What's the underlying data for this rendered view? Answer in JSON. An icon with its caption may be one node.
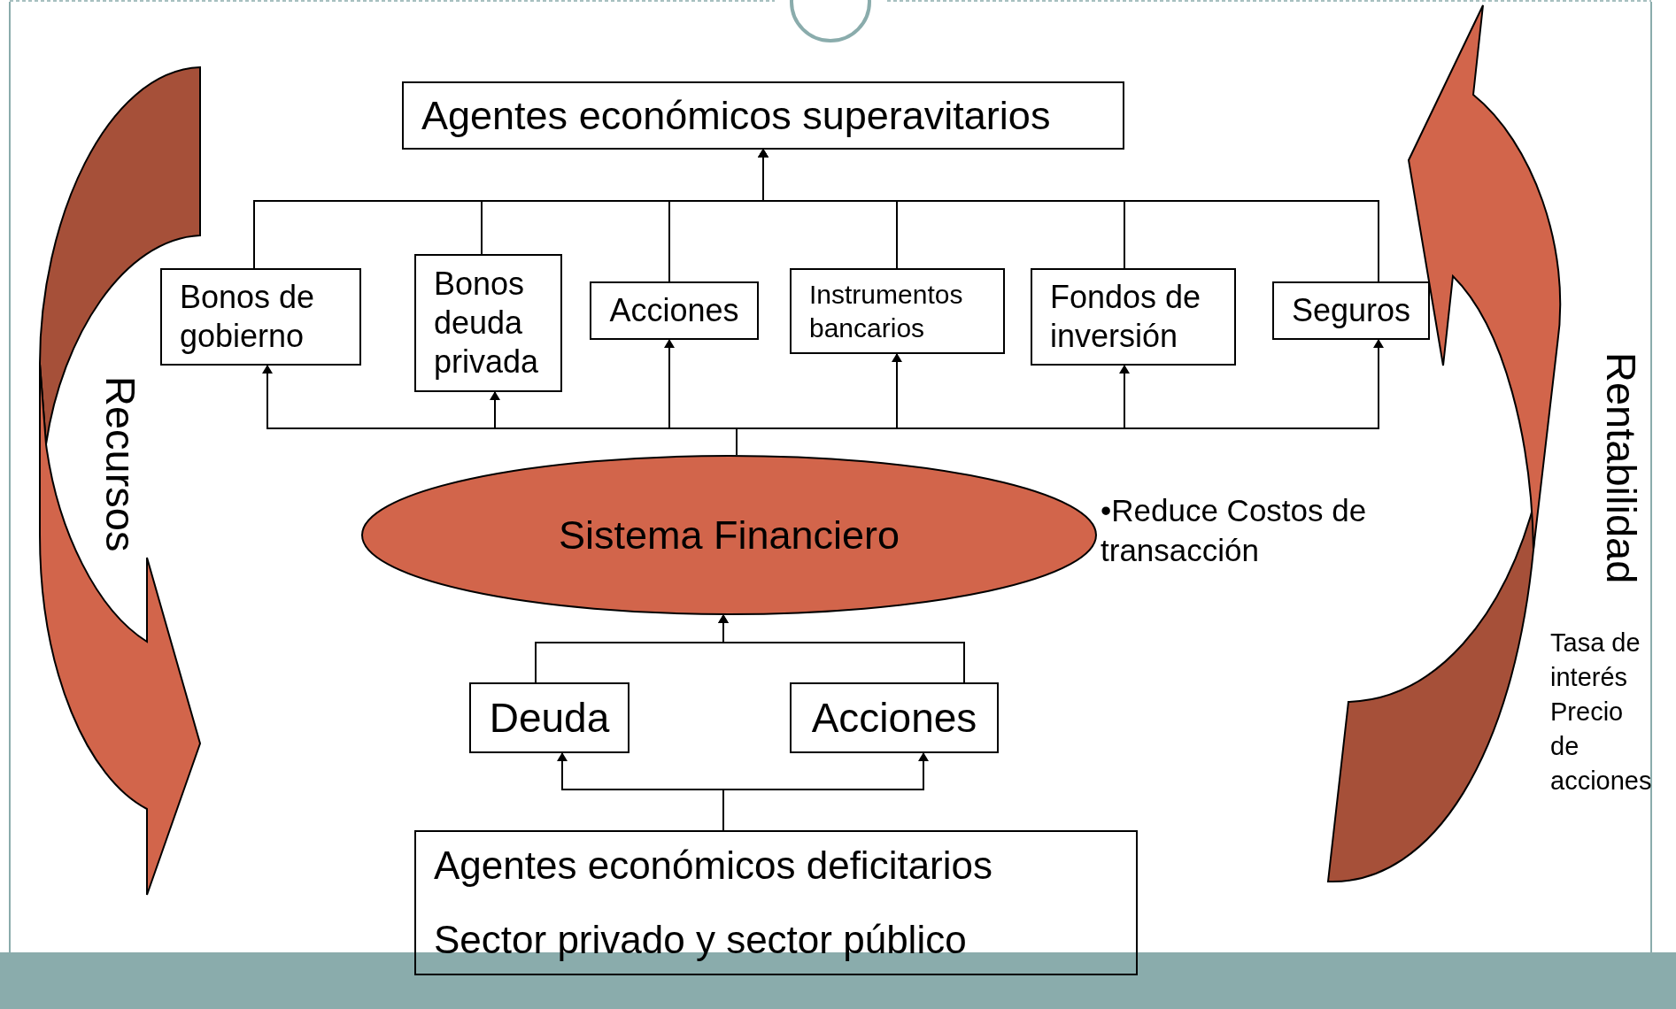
{
  "diagram": {
    "nodes": [
      {
        "text": [
          "Agentes económicos superavitarios"
        ]
      },
      {
        "text": [
          "Bonos de gobierno"
        ]
      },
      {
        "text": [
          "Bonos deuda privada"
        ]
      },
      {
        "text": [
          "Acciones"
        ]
      },
      {
        "text": [
          "Instrumentos bancarios"
        ]
      },
      {
        "text": [
          "Fondos de inversión"
        ]
      },
      {
        "text": [
          "Seguros"
        ]
      },
      {
        "text": [
          "Sistema Financiero"
        ],
        "beside": [
          "•Reduce Costos de transacción"
        ]
      },
      {
        "text": [
          "Deuda"
        ]
      },
      {
        "text": [
          "Acciones"
        ]
      },
      {
        "text": [
          "Agentes económicos deficitarios",
          "Sector privado y sector público"
        ]
      }
    ],
    "edges": [
      {
        "from": 1,
        "to": 0,
        "arrow": "to"
      },
      {
        "from": 2,
        "to": 0,
        "arrow": "to"
      },
      {
        "from": 3,
        "to": 0,
        "arrow": "to"
      },
      {
        "from": 4,
        "to": 0,
        "arrow": "to"
      },
      {
        "from": 5,
        "to": 0,
        "arrow": "to"
      },
      {
        "from": 6,
        "to": 0,
        "arrow": "to"
      },
      {
        "from": 7,
        "to": 1,
        "arrow": "to"
      },
      {
        "from": 7,
        "to": 2,
        "arrow": "to"
      },
      {
        "from": 7,
        "to": 3,
        "arrow": "to"
      },
      {
        "from": 7,
        "to": 4,
        "arrow": "to"
      },
      {
        "from": 7,
        "to": 5,
        "arrow": "to"
      },
      {
        "from": 7,
        "to": 6,
        "arrow": "to"
      },
      {
        "from": 8,
        "to": 7,
        "arrow": "to"
      },
      {
        "from": 9,
        "to": 7,
        "arrow": "to"
      },
      {
        "from": 10,
        "to": 8,
        "arrow": "to"
      },
      {
        "from": 10,
        "to": 9,
        "arrow": "to"
      }
    ],
    "labels": [
      "Recursos",
      "Rentabilidad",
      "Tasa de interés",
      "Precio de acciones"
    ]
  }
}
